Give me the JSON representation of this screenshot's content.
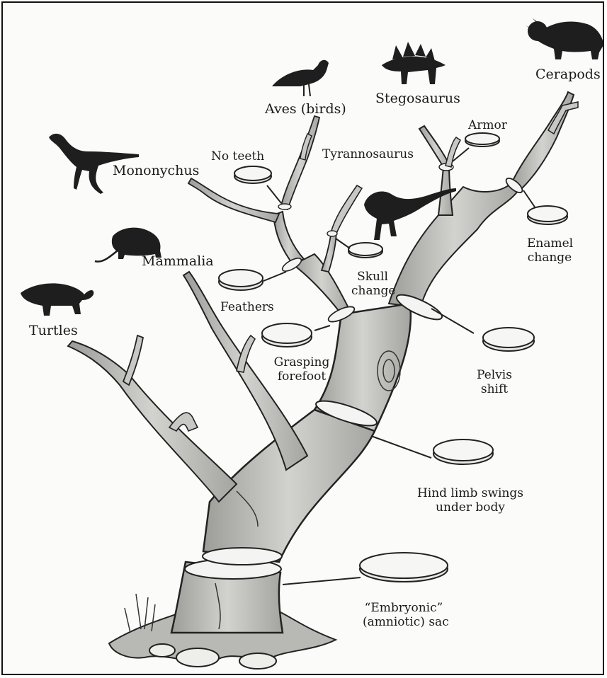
{
  "taxa": {
    "cerapods": "Cerapods",
    "stegosaurus": "Stegosaurus",
    "aves": "Aves (birds)",
    "tyrannosaurus": "Tyrannosaurus",
    "mononychus": "Mononychus",
    "mammalia": "Mammalia",
    "turtles": "Turtles"
  },
  "traits": {
    "armor": "Armor",
    "no_teeth": "No teeth",
    "enamel_1": "Enamel",
    "enamel_2": "change",
    "skull_1": "Skull",
    "skull_2": "change",
    "feathers": "Feathers",
    "grasp_1": "Grasping",
    "grasp_2": "forefoot",
    "pelvis_1": "Pelvis",
    "pelvis_2": "shift",
    "hind_1": "Hind limb swings",
    "hind_2": "under body",
    "embryo_1": "“Embryonic”",
    "embryo_2": "(amniotic) sac"
  },
  "colors": {
    "ink": "#1a1a1a",
    "wood": "#c8c8c4",
    "wood_dark": "#8a8a86",
    "cut": "#f4f4f2"
  }
}
